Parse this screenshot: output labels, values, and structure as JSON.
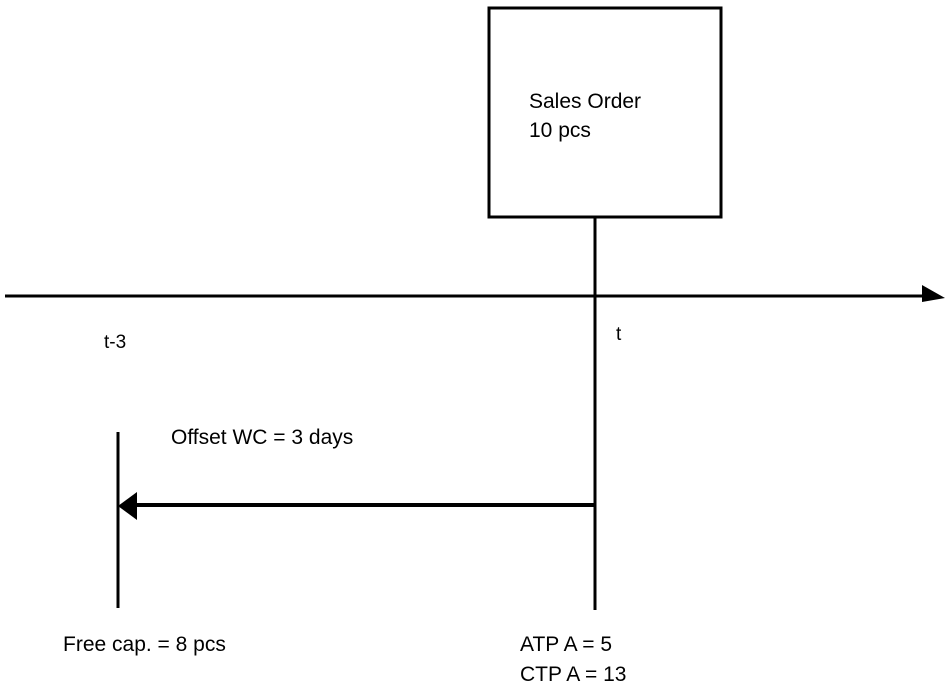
{
  "diagram": {
    "box": {
      "line1": "Sales Order",
      "line2": "10 pcs"
    },
    "timeline": {
      "label_t": "t",
      "label_t_minus": "t-3"
    },
    "offset_label": "Offset WC = 3 days",
    "free_capacity": "Free cap. = 8 pcs",
    "atp": "ATP A = 5",
    "ctp": "CTP A = 13"
  }
}
